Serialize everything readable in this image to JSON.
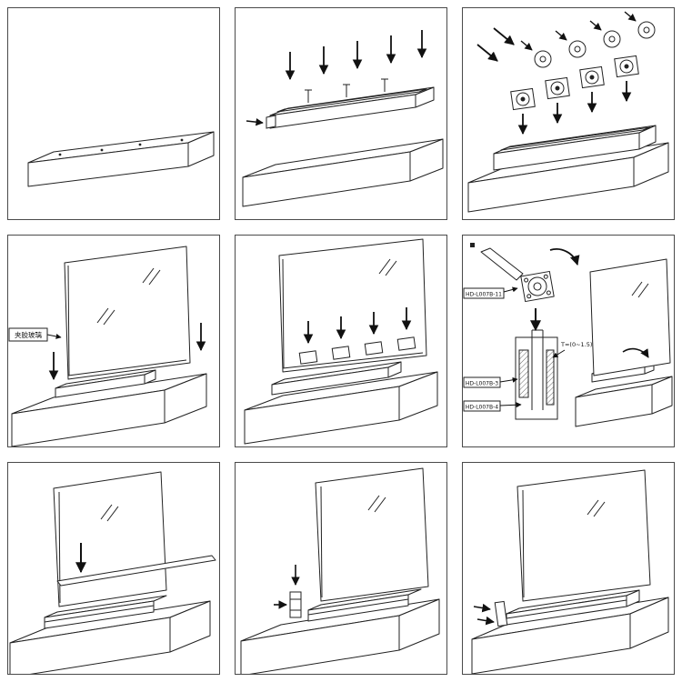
{
  "labels": {
    "glass": "夹胶玻璃",
    "cam_part": "HD-L007B-11",
    "thickness_dimension": "T=(0~1.5)",
    "wedge_part": "HD-L007B-3",
    "gasket_part": "HD-L007B-4"
  }
}
